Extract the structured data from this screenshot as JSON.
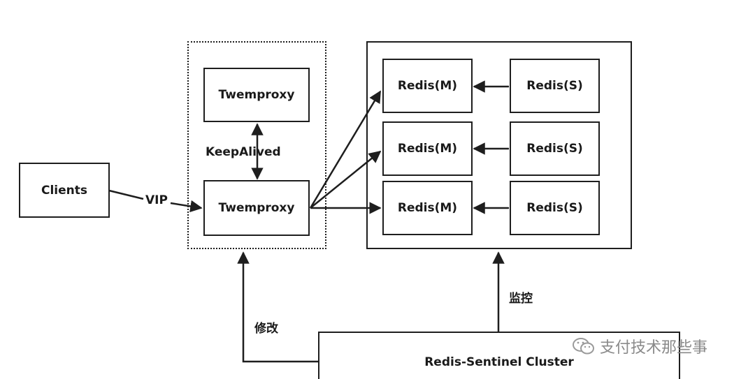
{
  "nodes": {
    "clients": "Clients",
    "twemproxy_top": "Twemproxy",
    "twemproxy_bottom": "Twemproxy",
    "redis_master_1": "Redis(M)",
    "redis_master_2": "Redis(M)",
    "redis_master_3": "Redis(M)",
    "redis_slave_1": "Redis(S)",
    "redis_slave_2": "Redis(S)",
    "redis_slave_3": "Redis(S)",
    "sentinel": "Redis-Sentinel Cluster"
  },
  "edge_labels": {
    "vip": "VIP",
    "keepalived": "KeepAlived",
    "modify": "修改",
    "monitor": "监控"
  },
  "watermark": {
    "text": "支付技术那些事",
    "icon": "wechat-icon"
  },
  "colors": {
    "line": "#1e1e1e",
    "watermark": "#8a8a8a"
  }
}
